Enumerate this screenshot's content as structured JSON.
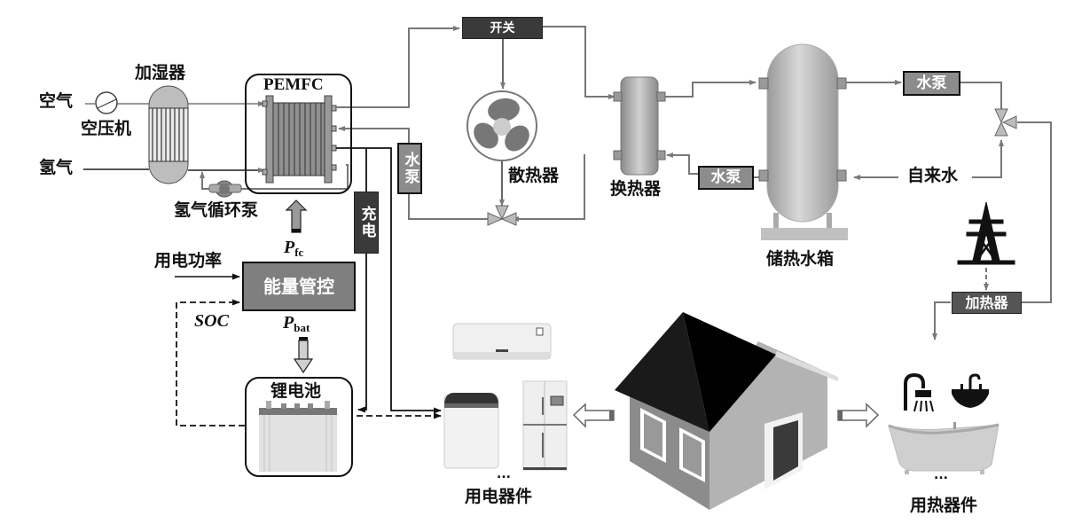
{
  "title": "PEMFC 热电联供家庭能源系统示意图",
  "labels": {
    "air": "空气",
    "compressor": "空压机",
    "hydrogen": "氢气",
    "humidifier": "加湿器",
    "pemfc": "PEMFC",
    "h2_pump": "氢气循环泵",
    "power_demand": "用电功率",
    "soc": "SOC",
    "p_fc_main": "P",
    "p_fc_sub": "fc",
    "p_bat_main": "P",
    "p_bat_sub": "bat",
    "ems": "能量管控",
    "battery": "锂电池",
    "charge": "充电",
    "switch": "开关",
    "radiator": "散热器",
    "pump_left": "水泵",
    "heat_exchanger": "换热器",
    "pump_middle": "水泵",
    "tank": "储热水箱",
    "pump_right": "水泵",
    "tap_water": "自来水",
    "heater": "加热器",
    "electric_ellipsis": "...",
    "electric_appliances": "用电器件",
    "thermal_ellipsis": "...",
    "thermal_appliances": "用热器件"
  },
  "icons": {
    "compressor": "compressor-icon",
    "humidifier": "humidifier-icon",
    "stack": "fuel-cell-stack-icon",
    "h2_pump": "hydrogen-pump-icon",
    "fan": "fan-icon",
    "valve": "three-way-valve-icon",
    "heat_exchanger": "heat-exchanger-icon",
    "tank": "water-tank-icon",
    "pylon": "power-pylon-icon",
    "battery": "battery-icon",
    "air_conditioner": "air-conditioner-icon",
    "washing_machine": "washing-machine-icon",
    "fridge": "refrigerator-icon",
    "house": "house-icon",
    "shower": "shower-icon",
    "sink": "sink-icon",
    "bathtub": "bathtub-icon"
  },
  "colors": {
    "pipe": "#7a7a7a",
    "electric": "#111111",
    "dark_box": "#3a3a3a",
    "pump_box": "#8c8c8c",
    "ems_box": "#7f7f7f"
  }
}
